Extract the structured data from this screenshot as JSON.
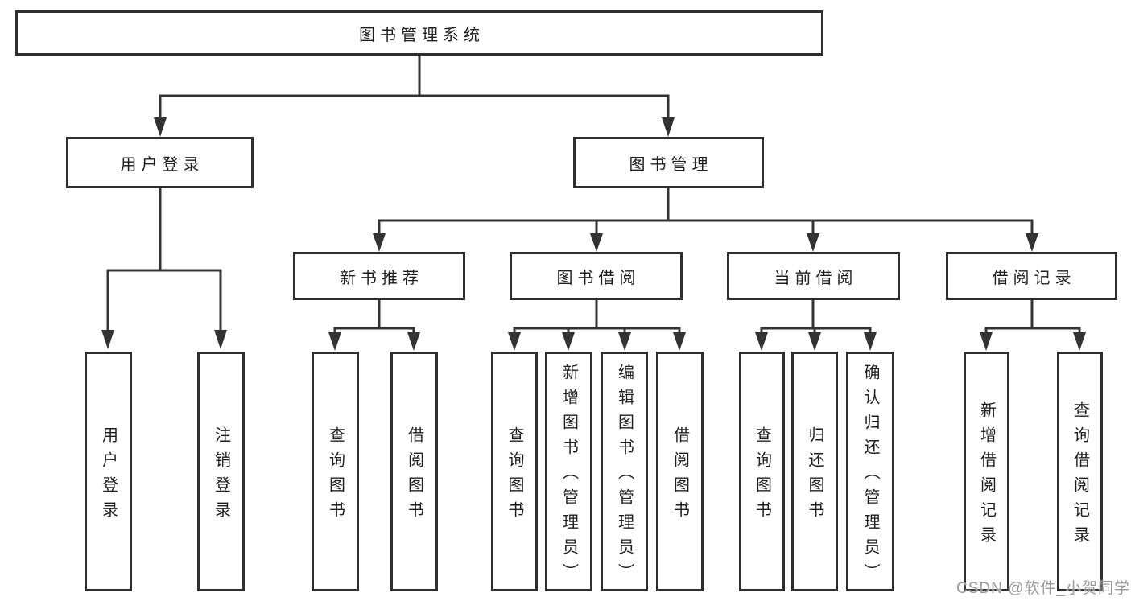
{
  "tree": {
    "label": "图书管理系统",
    "children": [
      {
        "label": "用户登录",
        "children": [
          {
            "label": "用户登录"
          },
          {
            "label": "注销登录"
          }
        ]
      },
      {
        "label": "图书管理",
        "children": [
          {
            "label": "新书推荐",
            "children": [
              {
                "label": "查询图书"
              },
              {
                "label": "借阅图书"
              }
            ]
          },
          {
            "label": "图书借阅",
            "children": [
              {
                "label": "查询图书"
              },
              {
                "label": "新增图书（管理员）"
              },
              {
                "label": "编辑图书（管理员）"
              },
              {
                "label": "借阅图书"
              }
            ]
          },
          {
            "label": "当前借阅",
            "children": [
              {
                "label": "查询图书"
              },
              {
                "label": "归还图书"
              },
              {
                "label": "确认归还（管理员）"
              }
            ]
          },
          {
            "label": "借阅记录",
            "children": [
              {
                "label": "新增借阅记录"
              },
              {
                "label": "查询借阅记录"
              }
            ]
          }
        ]
      }
    ]
  },
  "watermark": "CSDN @软件_小贺同学",
  "colors": {
    "background": "#ffffff",
    "line": "#333333",
    "box_border": "#2e2e2e",
    "text": "#1f1f1f",
    "watermark": "#9a9a9a"
  }
}
